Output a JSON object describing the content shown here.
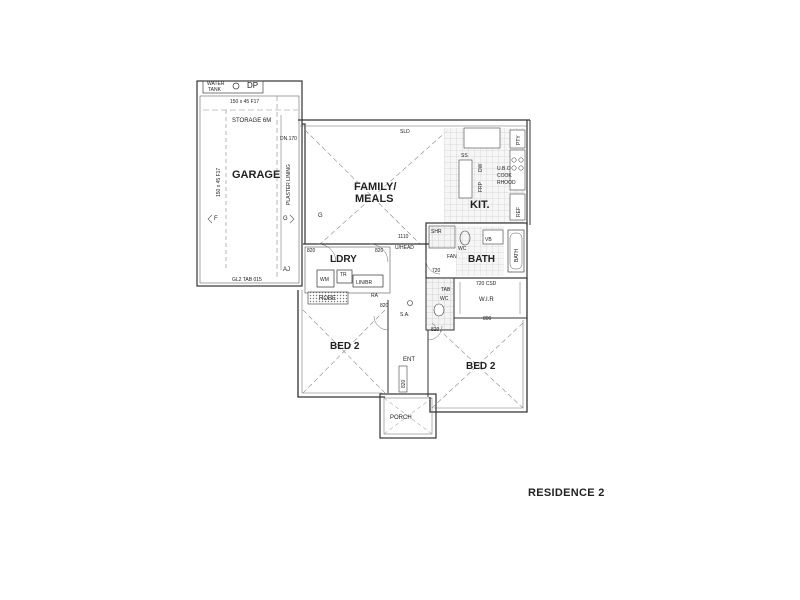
{
  "caption": "RESIDENCE 2",
  "rooms": {
    "garage": "GARAGE",
    "family_line1": "FAMILY/",
    "family_line2": "MEALS",
    "kit": "KIT.",
    "ldry": "LDRY",
    "bath": "BATH",
    "bed2_left": "BED 2",
    "bed2_right": "BED 2",
    "wir": "W.I.R",
    "ent": "ENT",
    "porch": "PORCH",
    "robe": "ROBE"
  },
  "notes": {
    "water_tank_1": "WATER",
    "water_tank_2": "TANK",
    "dp": "DP",
    "beam": "150 x 45 F17",
    "storage": "STORAGE 6M",
    "beam_vertical": "150 x 45 F17",
    "plaster_lining": "PLASTER LINING",
    "dn170": "DN.170",
    "sld": "SLD",
    "gl2": "GL2 TAB 015",
    "aj": "AJ",
    "f": "F",
    "g1": "G",
    "g2": "G",
    "d820_a": "820",
    "d820_b": "820",
    "d820_c": "820",
    "d820_d": "820",
    "d820_e": "820",
    "d1110": "1110",
    "head": "U/HEAD",
    "wm": "WM",
    "tr": "TR",
    "lin_br": "LIN/BR",
    "ra": "RA",
    "sa": "S.A.",
    "shr": "SHR",
    "wc": "WC",
    "wc2": "WC",
    "fan": "FAN",
    "vb": "VB",
    "bath_tub": "BATH",
    "d720": "720",
    "d720_csd": "720 CSD",
    "d800": "800",
    "tab": "TAB",
    "ss": "SS",
    "dw": "DW",
    "frp": "FRP",
    "ubo": "U.B.O",
    "cook": "COOK",
    "rhood": "RHOOD",
    "ref": "REF",
    "pty": "PTY"
  }
}
